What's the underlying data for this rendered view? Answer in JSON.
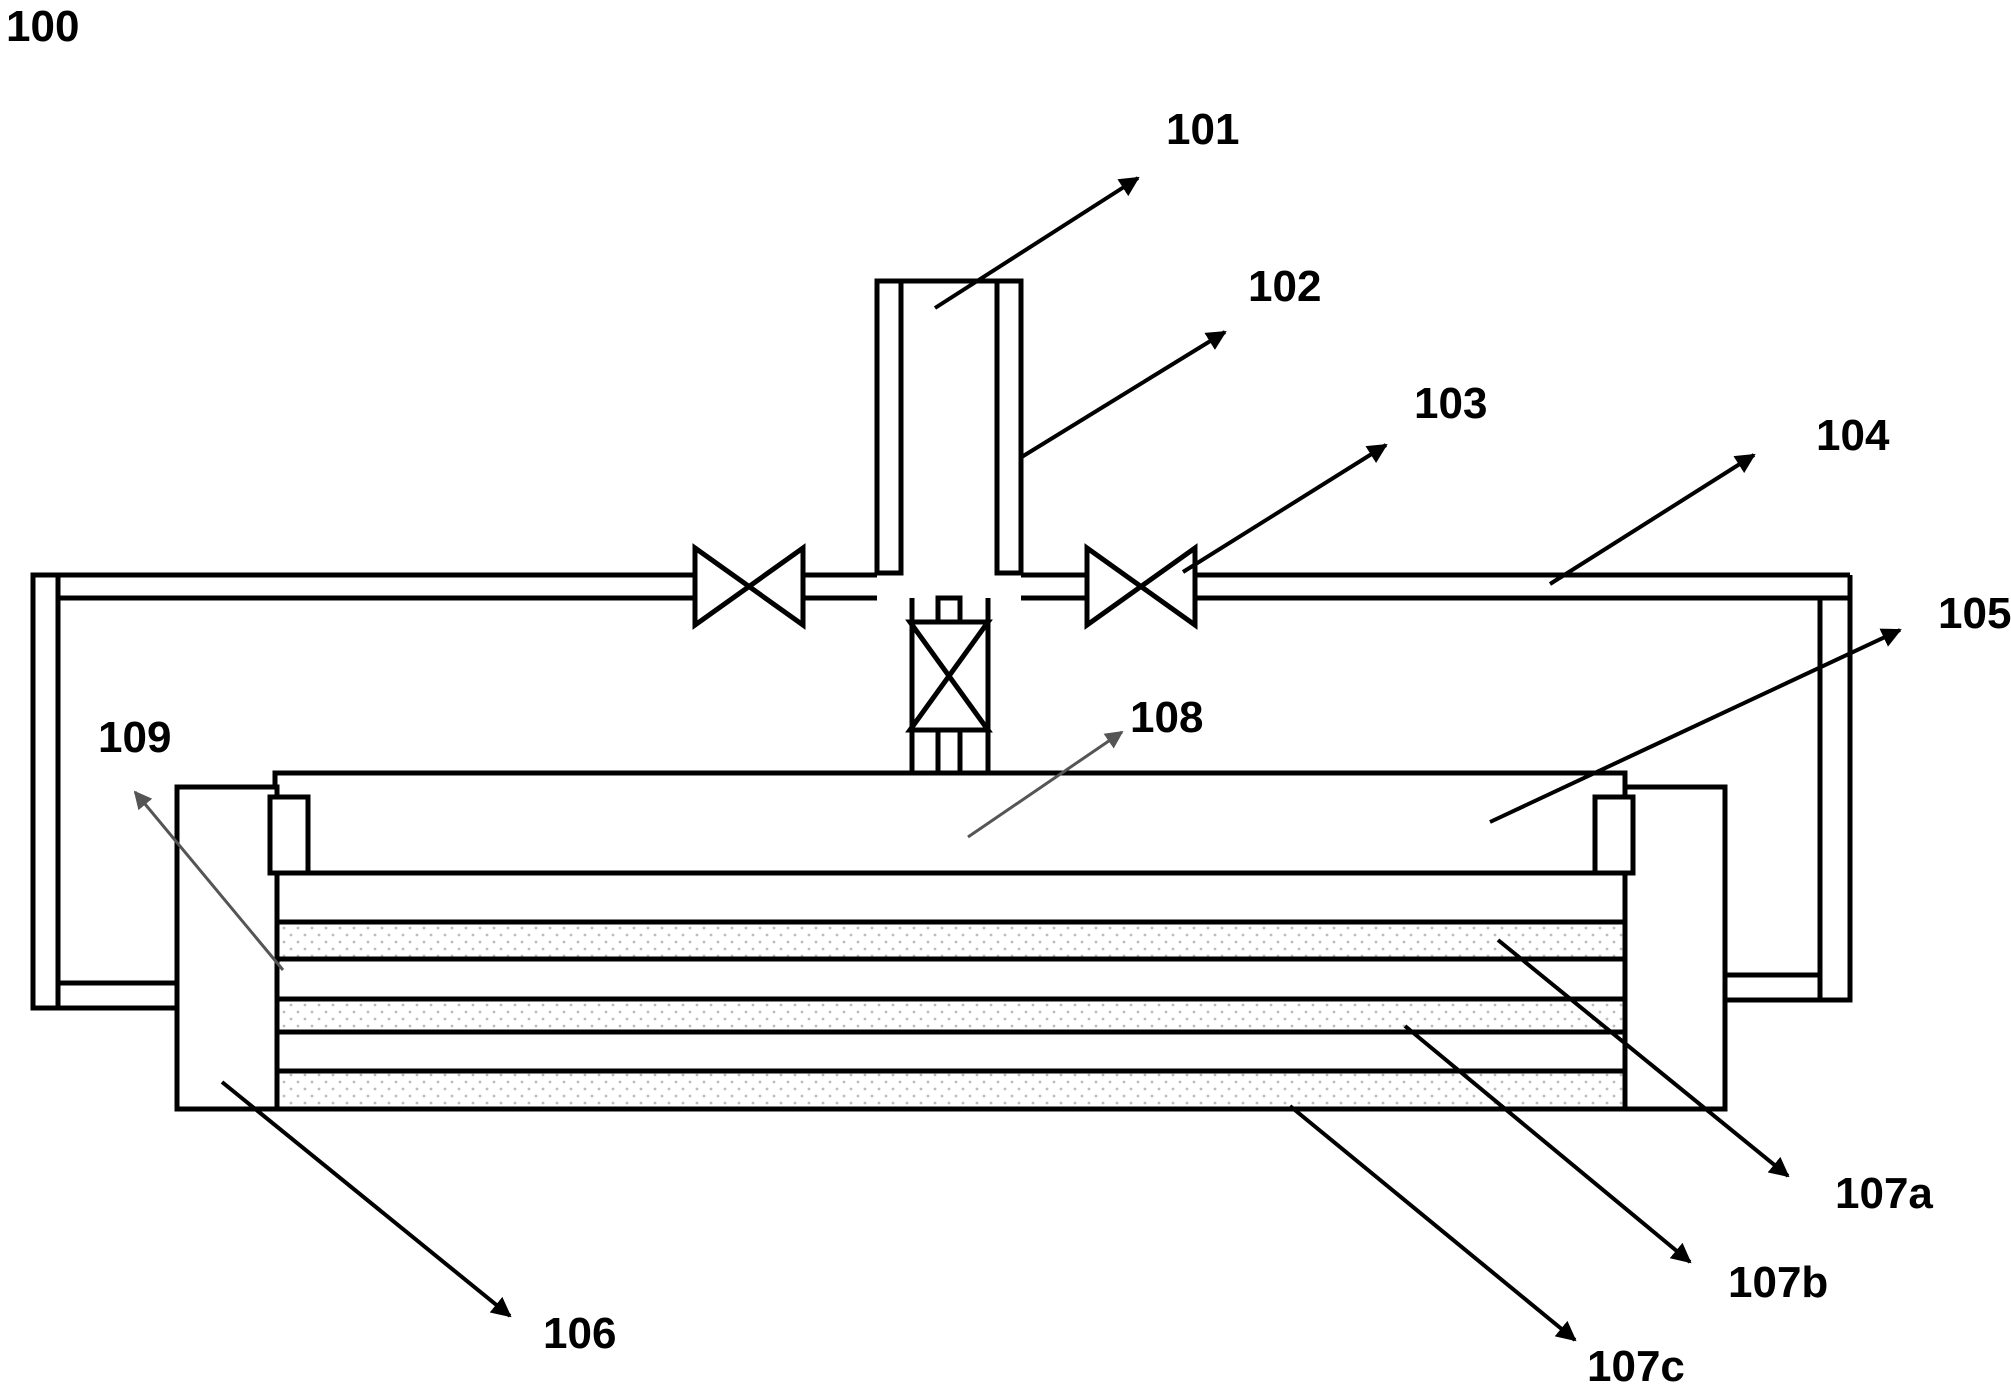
{
  "figure_label": "100",
  "labels": {
    "l101": "101",
    "l102": "102",
    "l103": "103",
    "l104": "104",
    "l105": "105",
    "l106": "106",
    "l107a": "107a",
    "l107b": "107b",
    "l107c": "107c",
    "l108": "108",
    "l109": "109"
  },
  "colors": {
    "line": "#000000",
    "secondary_arrow": "#555555",
    "stipple": "#bdbdbd",
    "background": "#ffffff"
  }
}
